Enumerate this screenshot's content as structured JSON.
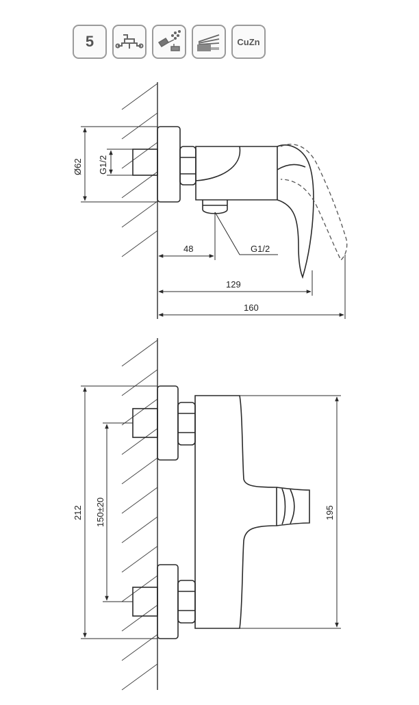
{
  "badges": {
    "warranty_years": "5",
    "material": "CuZn",
    "icons": [
      "wall-mixer-icon",
      "shower-spray-icon",
      "lever-handle-icon"
    ]
  },
  "side_view": {
    "diameter_label": "Ø62",
    "inlet_thread_label": "G1/2",
    "outlet_thread_label": "G1/2",
    "dim_outlet_offset": "48",
    "dim_body_length": "129",
    "dim_total_length": "160"
  },
  "front_view": {
    "dim_total_height": "212",
    "dim_inlet_spacing": "150±20",
    "dim_body_height": "195"
  },
  "colors": {
    "line": "#2a2a2a",
    "hatch": "#444444",
    "dashed": "#555555",
    "badge_border": "#9a9a9a"
  }
}
